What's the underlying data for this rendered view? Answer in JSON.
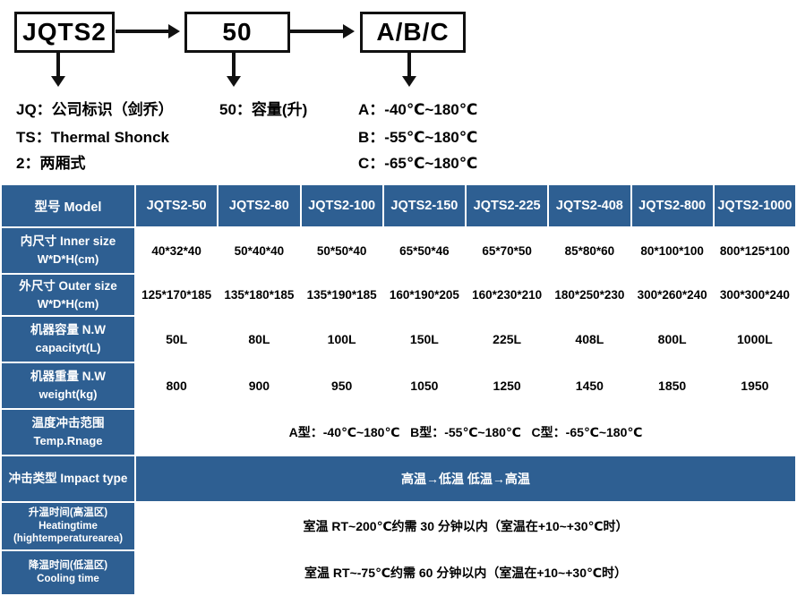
{
  "colors": {
    "table_blue": "#2e5f92",
    "line_black": "#111111"
  },
  "diagram": {
    "box1": "JQTS2",
    "box2": "50",
    "box3": "A/B/C",
    "note_jq": "JQ：公司标识（剑乔）",
    "note_50": "50：容量(升)",
    "note_ts": "TS：Thermal Shonck",
    "note_2": "2：两厢式",
    "note_a": "A：-40℃~180℃",
    "note_b": "B：-55℃~180℃",
    "note_c": "C：-65℃~180℃"
  },
  "table": {
    "header": [
      "型号 Model",
      "JQTS2-50",
      "JQTS2-80",
      "JQTS2-100",
      "JQTS2-150",
      "JQTS2-225",
      "JQTS2-408",
      "JQTS2-800",
      "JQTS2-1000"
    ],
    "inner": {
      "label_zh": "内尺寸 Inner size",
      "label_en": "W*D*H(cm)",
      "cells": [
        "40*32*40",
        "50*40*40",
        "50*50*40",
        "65*50*46",
        "65*70*50",
        "85*80*60",
        "80*100*100",
        "800*125*100"
      ]
    },
    "outer": {
      "label_zh": "外尺寸 Outer size",
      "label_en": "W*D*H(cm)",
      "cells": [
        "125*170*185",
        "135*180*185",
        "135*190*185",
        "160*190*205",
        "160*230*210",
        "180*250*230",
        "300*260*240",
        "300*300*240"
      ]
    },
    "capacity": {
      "label_zh": "机器容量 N.W",
      "label_en": "capacityt(L)",
      "cells": [
        "50L",
        "80L",
        "100L",
        "150L",
        "225L",
        "408L",
        "800L",
        "1000L"
      ]
    },
    "weight": {
      "label_zh": "机器重量 N.W",
      "label_en": "weight(kg)",
      "cells": [
        "800",
        "900",
        "950",
        "1050",
        "1250",
        "1450",
        "1850",
        "1950"
      ]
    },
    "temp_range": {
      "label_zh": "温度冲击范围",
      "label_en": "Temp.Rnage",
      "value": "A型：-40℃~180℃   B型：-55℃~180℃   C型：-65℃~180℃"
    },
    "impact": {
      "label": "冲击类型 Impact type",
      "value": "高温→低温  低温→高温"
    },
    "heating": {
      "label_zh": "升温时间(高温区)",
      "label_en1": "Heatingtime",
      "label_en2": "(hightemperaturearea)",
      "value": "室温 RT~200℃约需 30 分钟以内（室温在+10~+30℃时）"
    },
    "cooling": {
      "label_zh": "降温时间(低温区)",
      "label_en": "Cooling time",
      "value": "室温 RT~-75℃约需 60 分钟以内（室温在+10~+30℃时）"
    }
  }
}
